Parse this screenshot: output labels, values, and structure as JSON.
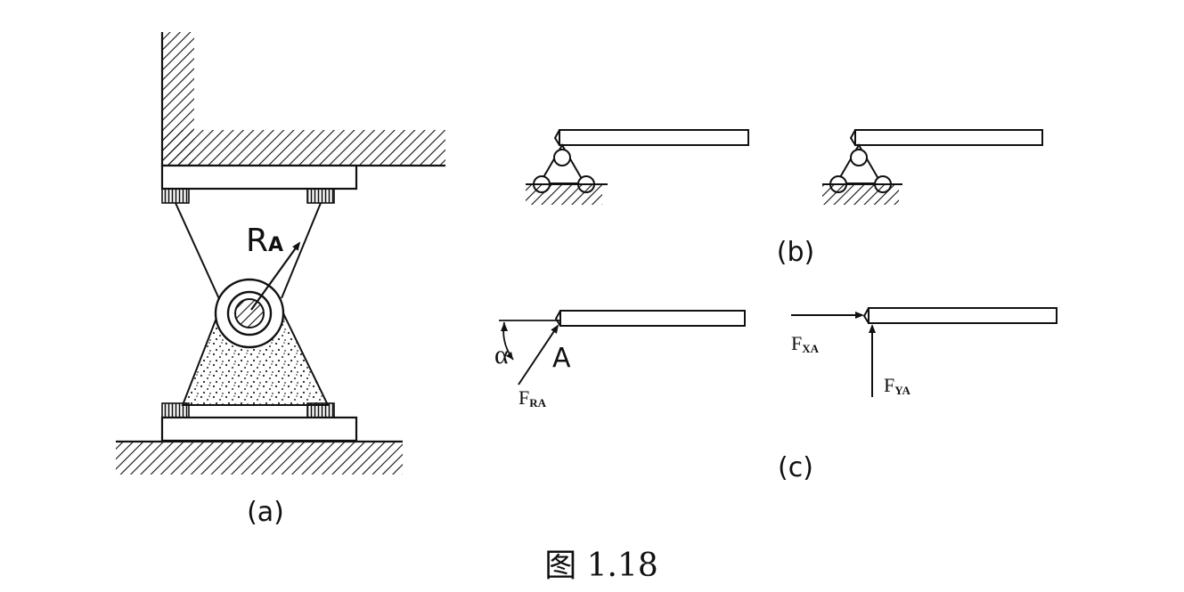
{
  "labels": {
    "ra": "R",
    "ra_sub": "A",
    "alpha": "α",
    "point_a": "A",
    "fra": "F",
    "fra_sub": "RA",
    "fxa": "F",
    "fxa_sub": "XA",
    "fya": "F",
    "fya_sub": "YA"
  },
  "panels": {
    "a": "(a)",
    "b": "(b)",
    "c": "(c)"
  },
  "caption": "图 1.18"
}
